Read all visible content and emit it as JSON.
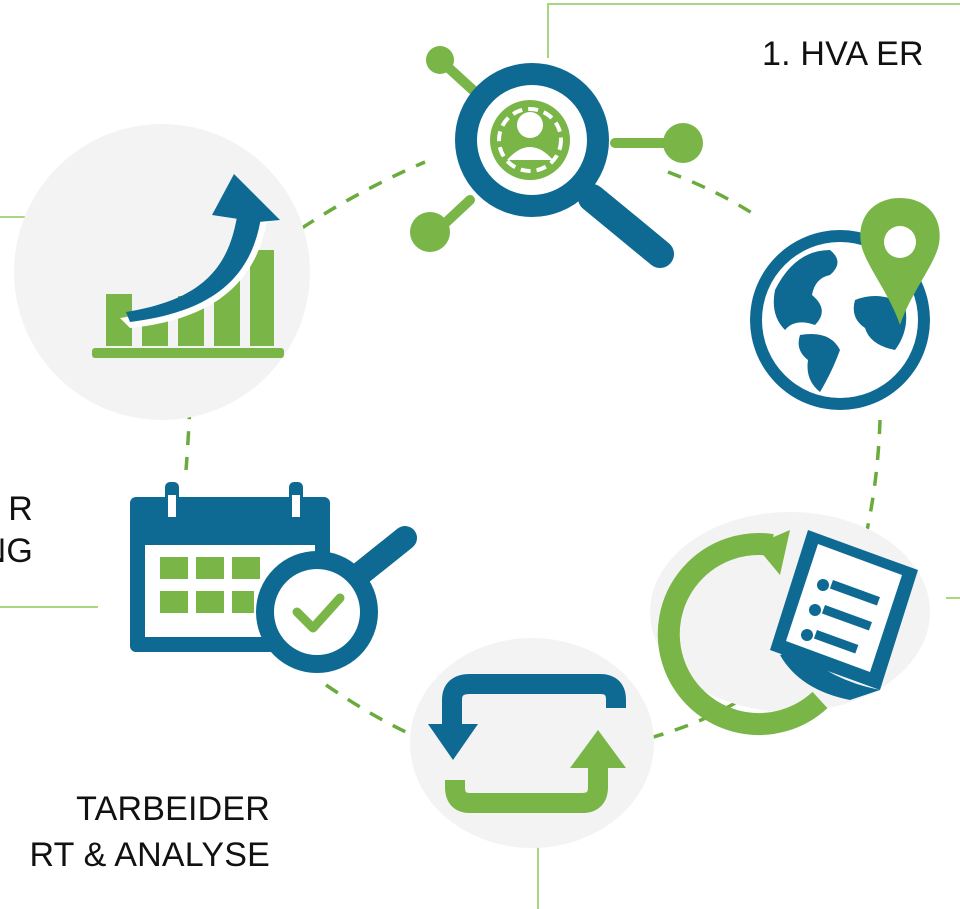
{
  "diagram": {
    "steps": [
      {
        "label": "1. HVA ER",
        "icon": "magnifier-person-network-icon"
      },
      {
        "label": "",
        "icon": "globe-location-pin-icon"
      },
      {
        "label": "",
        "icon": "document-refresh-icon"
      },
      {
        "label": "",
        "icon": "sync-arrows-icon"
      },
      {
        "label_lines": [
          "R",
          "NG"
        ],
        "icon": "calendar-check-magnifier-icon"
      },
      {
        "label": "",
        "icon": "growth-chart-arrow-icon"
      }
    ],
    "bottom_label_lines": [
      "TARBEIDER",
      "RT & ANALYSE"
    ]
  },
  "colors": {
    "blue": "#0e6a92",
    "green": "#79b547",
    "leader_line": "#9fd27a",
    "halo": "#f2f2f2"
  }
}
